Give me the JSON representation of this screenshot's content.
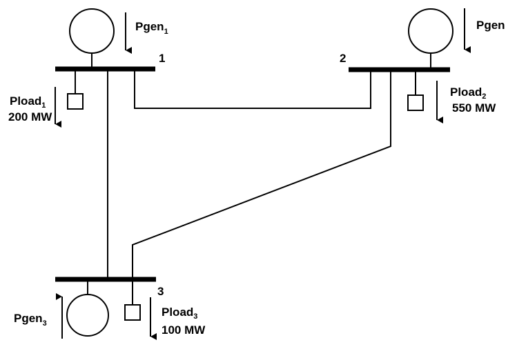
{
  "buses": [
    {
      "number": "1"
    },
    {
      "number": "2"
    },
    {
      "number": "3"
    }
  ],
  "generators": [
    {
      "label": "Pgen",
      "subscript": "1"
    },
    {
      "label": "Pgen",
      "subscript": ""
    },
    {
      "label": "Pgen",
      "subscript": "3"
    }
  ],
  "loads": [
    {
      "label": "Pload",
      "subscript": "1",
      "value": "200 MW"
    },
    {
      "label": "Pload",
      "subscript": "2",
      "value": "550 MW"
    },
    {
      "label": "Pload",
      "subscript": "3",
      "value": "100 MW"
    }
  ],
  "colors": {
    "stroke": "#000000",
    "background": "#ffffff"
  }
}
